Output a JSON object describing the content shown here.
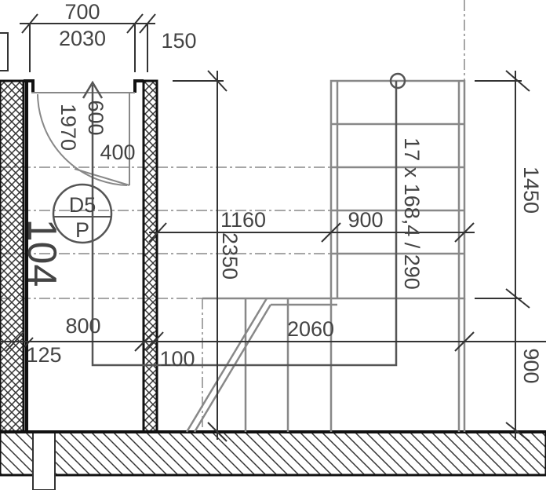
{
  "drawing": {
    "room_number": "104",
    "door_tag": {
      "top": "D5",
      "bottom": "P"
    },
    "dimensions": {
      "top_700": "700",
      "top_2030": "2030",
      "top_150": "150",
      "door_1970": "1970",
      "door_600": "600",
      "door_400": "400",
      "h_1160": "1160",
      "h_900_stair": "900",
      "v_2350": "2350",
      "stair_spec": "17 x 168,4 / 290",
      "v_1450": "1450",
      "h_800": "800",
      "h_2060": "2060",
      "h_125": "125",
      "h_100": "100",
      "v_900": "900"
    },
    "colors": {
      "wall": "#111111",
      "line": "#444444",
      "stair": "#888888"
    }
  }
}
